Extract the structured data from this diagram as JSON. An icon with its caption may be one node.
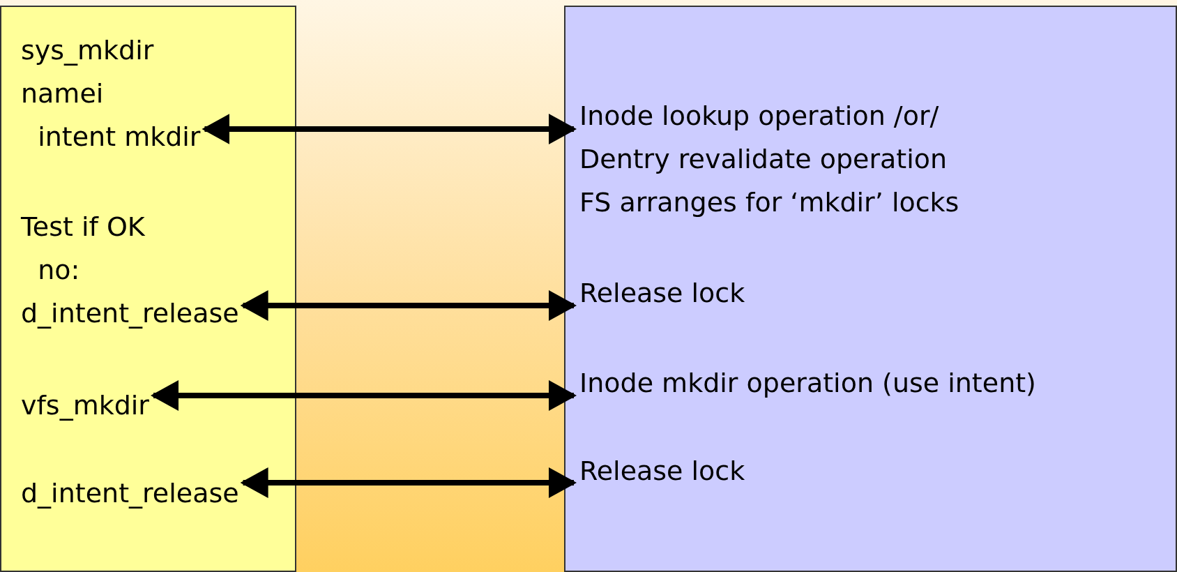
{
  "diagram": {
    "nodes": [
      {
        "text": [],
        "shape": "box"
      },
      {
        "text": [
          "sys_mkdir namei intent mkdir"
        ],
        "in": 0
      },
      {
        "text": [
          "Test if OK no: d_intent_release"
        ],
        "in": 0
      },
      {
        "text": [
          "vfs_mkdir"
        ],
        "in": 0
      },
      {
        "text": [
          "d_intent_release"
        ],
        "in": 0
      },
      {
        "text": [],
        "shape": "box"
      },
      {
        "text": [
          "Inode lookup operation /or/ Dentry revalidate operation FS arranges for ‘mkdir’ locks"
        ],
        "in": 5
      },
      {
        "text": [
          "Release lock"
        ],
        "in": 5
      },
      {
        "text": [
          "Inode mkdir operation (use intent)"
        ],
        "in": 5
      },
      {
        "text": [
          "Release lock"
        ],
        "in": 5
      }
    ],
    "edges": [
      {
        "from": 1,
        "to": 6,
        "arrow": "both"
      },
      {
        "from": 2,
        "to": 7,
        "arrow": "both"
      },
      {
        "from": 3,
        "to": 8,
        "arrow": "both"
      },
      {
        "from": 4,
        "to": 9,
        "arrow": "both"
      }
    ]
  }
}
